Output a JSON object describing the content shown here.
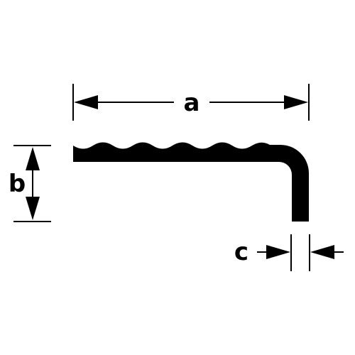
{
  "diagram": {
    "profile": "hook-profile",
    "colors": {
      "stroke": "#000000",
      "fill": "#000000",
      "background": "#ffffff"
    },
    "labels": {
      "a": "a",
      "b": "b",
      "c": "c"
    }
  }
}
